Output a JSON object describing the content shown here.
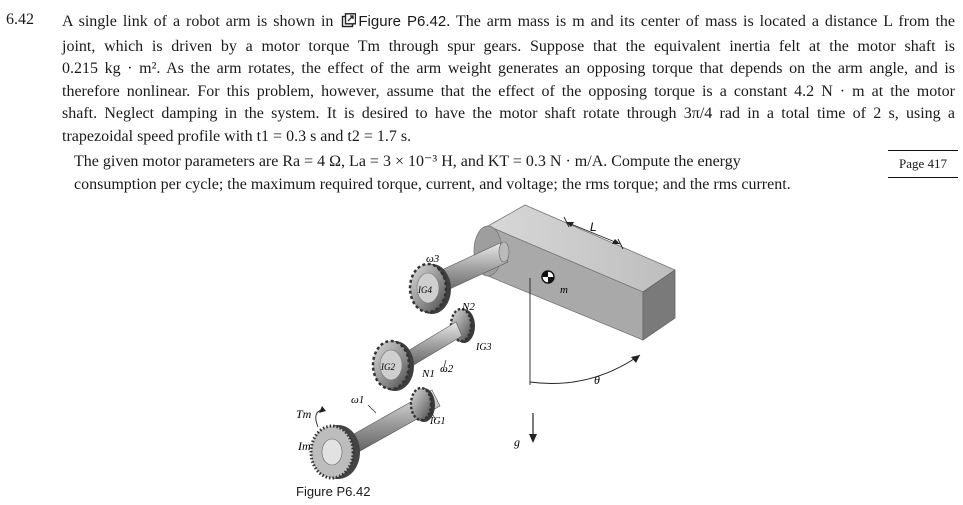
{
  "problem_number": "6.42",
  "paragraph1": {
    "l1_pre": "A single link of a robot arm is shown in",
    "figure_link": "Figure P6.42",
    "l1_post": ". The arm mass is m and its center of mass is located a distance L from the",
    "l2": "joint, which is driven by a motor torque Tm through spur gears. Suppose that the equivalent inertia felt at the motor shaft is",
    "l3": "0.215 kg · m². As the arm rotates, the effect of the arm weight generates an opposing torque that depends on the arm angle, and is",
    "l4": "therefore nonlinear. For this problem, however, assume that the effect of the opposing torque is a constant 4.2 N · m at the motor",
    "l5": "shaft. Neglect damping in the system. It is desired to have the motor shaft rotate through 3π/4 rad in a total time of 2 s, using a",
    "l6": "trapezoidal speed profile with t1 = 0.3 s and t2 = 1.7 s."
  },
  "paragraph2": {
    "l1": "The given motor parameters are Ra = 4 Ω, La = 3 × 10⁻³ H, and KT = 0.3 N · m/A. Compute the energy",
    "l2": "consumption per cycle; the maximum required torque, current, and voltage; the rms torque; and the rms current."
  },
  "page_ref": "Page 417",
  "figure": {
    "caption": "Figure P6.42",
    "labels": {
      "omega3": "ω3",
      "omega2": "ω2",
      "omega1": "ω1",
      "IG4": "IG4",
      "IG3": "IG3",
      "IG2": "IG2",
      "IG1": "IG1",
      "N2": "N2",
      "N1": "N1",
      "Tm": "Tm",
      "Im": "Im",
      "L": "L",
      "m": "m",
      "theta": "θ",
      "g": "g"
    }
  }
}
